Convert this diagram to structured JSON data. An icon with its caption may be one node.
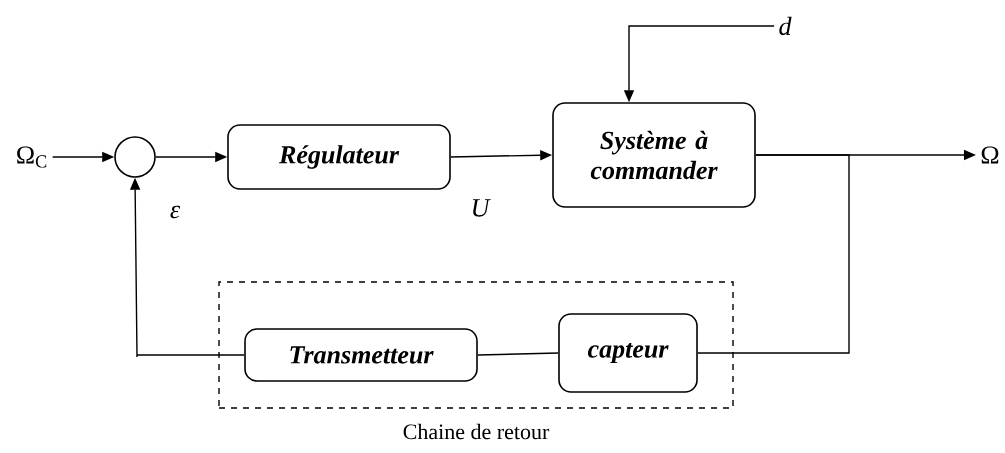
{
  "diagram": {
    "nodes": [
      {
        "text": [
          "Ω$_{C}$"
        ]
      },
      {
        "text": [],
        "shape": "circle"
      },
      {
        "text": [
          "Régulateur"
        ]
      },
      {
        "text": [
          "Système à commander"
        ]
      },
      {
        "text": [
          "d"
        ]
      },
      {
        "text": [
          "Ω"
        ]
      },
      {
        "text": [
          "Chaine de retour"
        ]
      },
      {
        "text": [
          "Transmetteur"
        ],
        "in": 6
      },
      {
        "text": [
          "capteur"
        ],
        "in": 6
      }
    ],
    "edges": [
      {
        "from": 0,
        "to": 1,
        "arrow": "to"
      },
      {
        "from": 1,
        "to": 2,
        "arrow": "to"
      },
      {
        "from": 2,
        "to": 3,
        "arrow": "to",
        "label": "U"
      },
      {
        "from": 4,
        "to": 3,
        "arrow": "to"
      },
      {
        "from": 3,
        "to": 5,
        "arrow": "to"
      },
      {
        "from": 3,
        "to": 8,
        "arrow": "none"
      },
      {
        "from": 8,
        "to": 7,
        "arrow": "none"
      },
      {
        "from": 7,
        "to": 1,
        "arrow": "to",
        "label": "ε"
      }
    ]
  }
}
